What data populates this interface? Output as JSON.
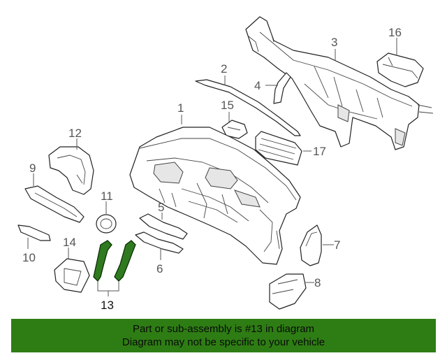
{
  "diagram": {
    "callouts": {
      "p1": "1",
      "p2": "2",
      "p3": "3",
      "p4": "4",
      "p5": "5",
      "p6": "6",
      "p7": "7",
      "p8": "8",
      "p9": "9",
      "p10": "10",
      "p11": "11",
      "p12": "12",
      "p13": "13",
      "p14": "14",
      "p15": "15",
      "p16": "16",
      "p17": "17"
    },
    "highlight_color": "#2f7a1f"
  },
  "banner": {
    "line1": "Part or sub-assembly is #13 in diagram",
    "line2": "Diagram may not be specific to your vehicle",
    "background": "#2e7d14"
  }
}
